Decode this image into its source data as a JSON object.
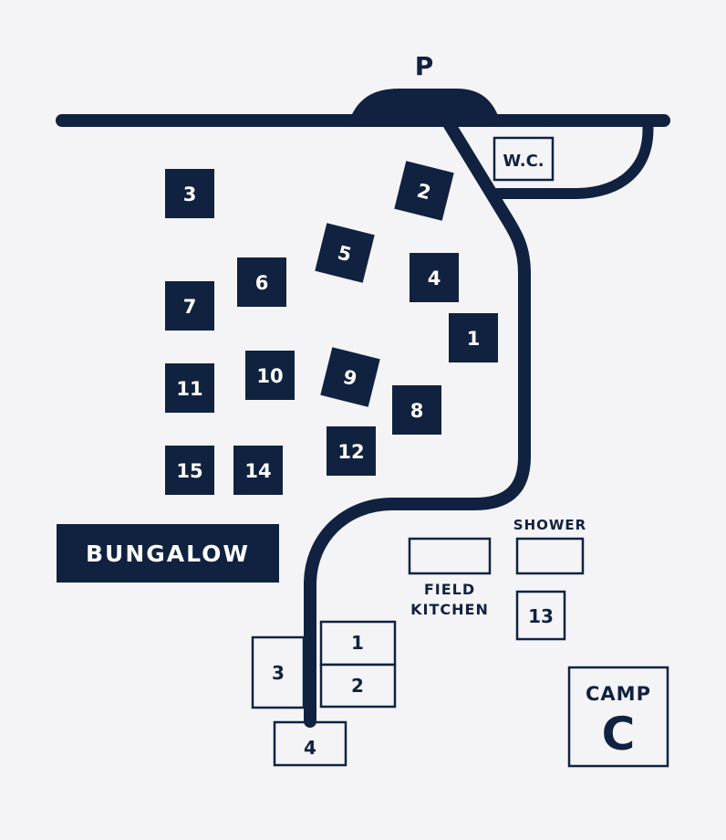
{
  "colors": {
    "ink": "#112240",
    "background": "#f4f4f6",
    "box_fill": "#f4f4f6"
  },
  "parking": {
    "label": "P"
  },
  "wc": {
    "label": "W.C."
  },
  "pitches": [
    {
      "label": "3"
    },
    {
      "label": "2"
    },
    {
      "label": "5"
    },
    {
      "label": "6"
    },
    {
      "label": "4"
    },
    {
      "label": "7"
    },
    {
      "label": "1"
    },
    {
      "label": "11"
    },
    {
      "label": "10"
    },
    {
      "label": "9"
    },
    {
      "label": "8"
    },
    {
      "label": "12"
    },
    {
      "label": "15"
    },
    {
      "label": "14"
    }
  ],
  "bungalow": {
    "label": "BUNGALOW"
  },
  "shower": {
    "label": "SHOWER"
  },
  "field_kitchen": {
    "line1": "FIELD",
    "line2": "KITCHEN"
  },
  "site_13": {
    "label": "13"
  },
  "lower_sites": [
    {
      "label": "1"
    },
    {
      "label": "2"
    },
    {
      "label": "3"
    },
    {
      "label": "4"
    }
  ],
  "camp": {
    "line1": "CAMP",
    "line2": "C"
  }
}
